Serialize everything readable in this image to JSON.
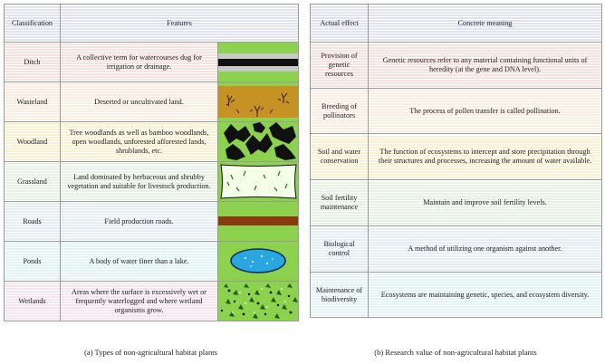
{
  "table_a": {
    "headers": {
      "classification": "Classification",
      "features": "Features"
    },
    "rows": [
      {
        "name": "Ditch",
        "text": "A collective term for watercourses dug for irrigation or drainage.",
        "icon": "ditch-icon"
      },
      {
        "name": "Wasteland",
        "text": "Deserted or uncultivated land.",
        "icon": "wasteland-icon"
      },
      {
        "name": "Woodland",
        "text": "Tree woodlands as well as bamboo woodlands, open woodlands, unforested afforested lands, shrublands, etc.",
        "icon": "woodland-icon"
      },
      {
        "name": "Grassland",
        "text": "Land dominated by herbaceous and shrubby vegetation and suitable for livestock production.",
        "icon": "grassland-icon"
      },
      {
        "name": "Roads",
        "text": "Field production roads.",
        "icon": "road-icon"
      },
      {
        "name": "Ponds",
        "text": "A body of water finer than a lake.",
        "icon": "pond-icon"
      },
      {
        "name": "Wetlands",
        "text": "Areas where the surface is excessively wet or frequently waterlogged and where wetland organisms grow.",
        "icon": "wetland-icon"
      }
    ]
  },
  "table_b": {
    "headers": {
      "effect": "Actual effect",
      "meaning": "Concrete meaning"
    },
    "rows": [
      {
        "name": "Provision of genetic resources",
        "text": "Genetic resources refer to any material containing functional units of heredity (at the gene and DNA level)."
      },
      {
        "name": "Breeding of pollinators",
        "text": "The process of pollen transfer is called pollination."
      },
      {
        "name": "Soil and water conservation",
        "text": "The function of ecosystems to intercept and store precipitation through their structures and processes, increasing the amount of water available."
      },
      {
        "name": "Soil fertility maintenance",
        "text": "Maintain and improve soil fertility levels."
      },
      {
        "name": "Biological control",
        "text": "A method of utilizing one organism against another."
      },
      {
        "name": "Maintenance of biodiversity",
        "text": "Ecosystems are maintaining genetic, species, and ecosystem diversity."
      }
    ]
  },
  "captions": {
    "a": "(a) Types of non-agricultural habitat plants",
    "b": "(b) Research value of non-agricultural habitat plants"
  },
  "colors": {
    "grass_green": "#8cd24e",
    "soil_brown": "#c79224",
    "road_brown": "#8a3a0e",
    "water_blue": "#2aa6e0",
    "foliage_dark": "#111111"
  }
}
